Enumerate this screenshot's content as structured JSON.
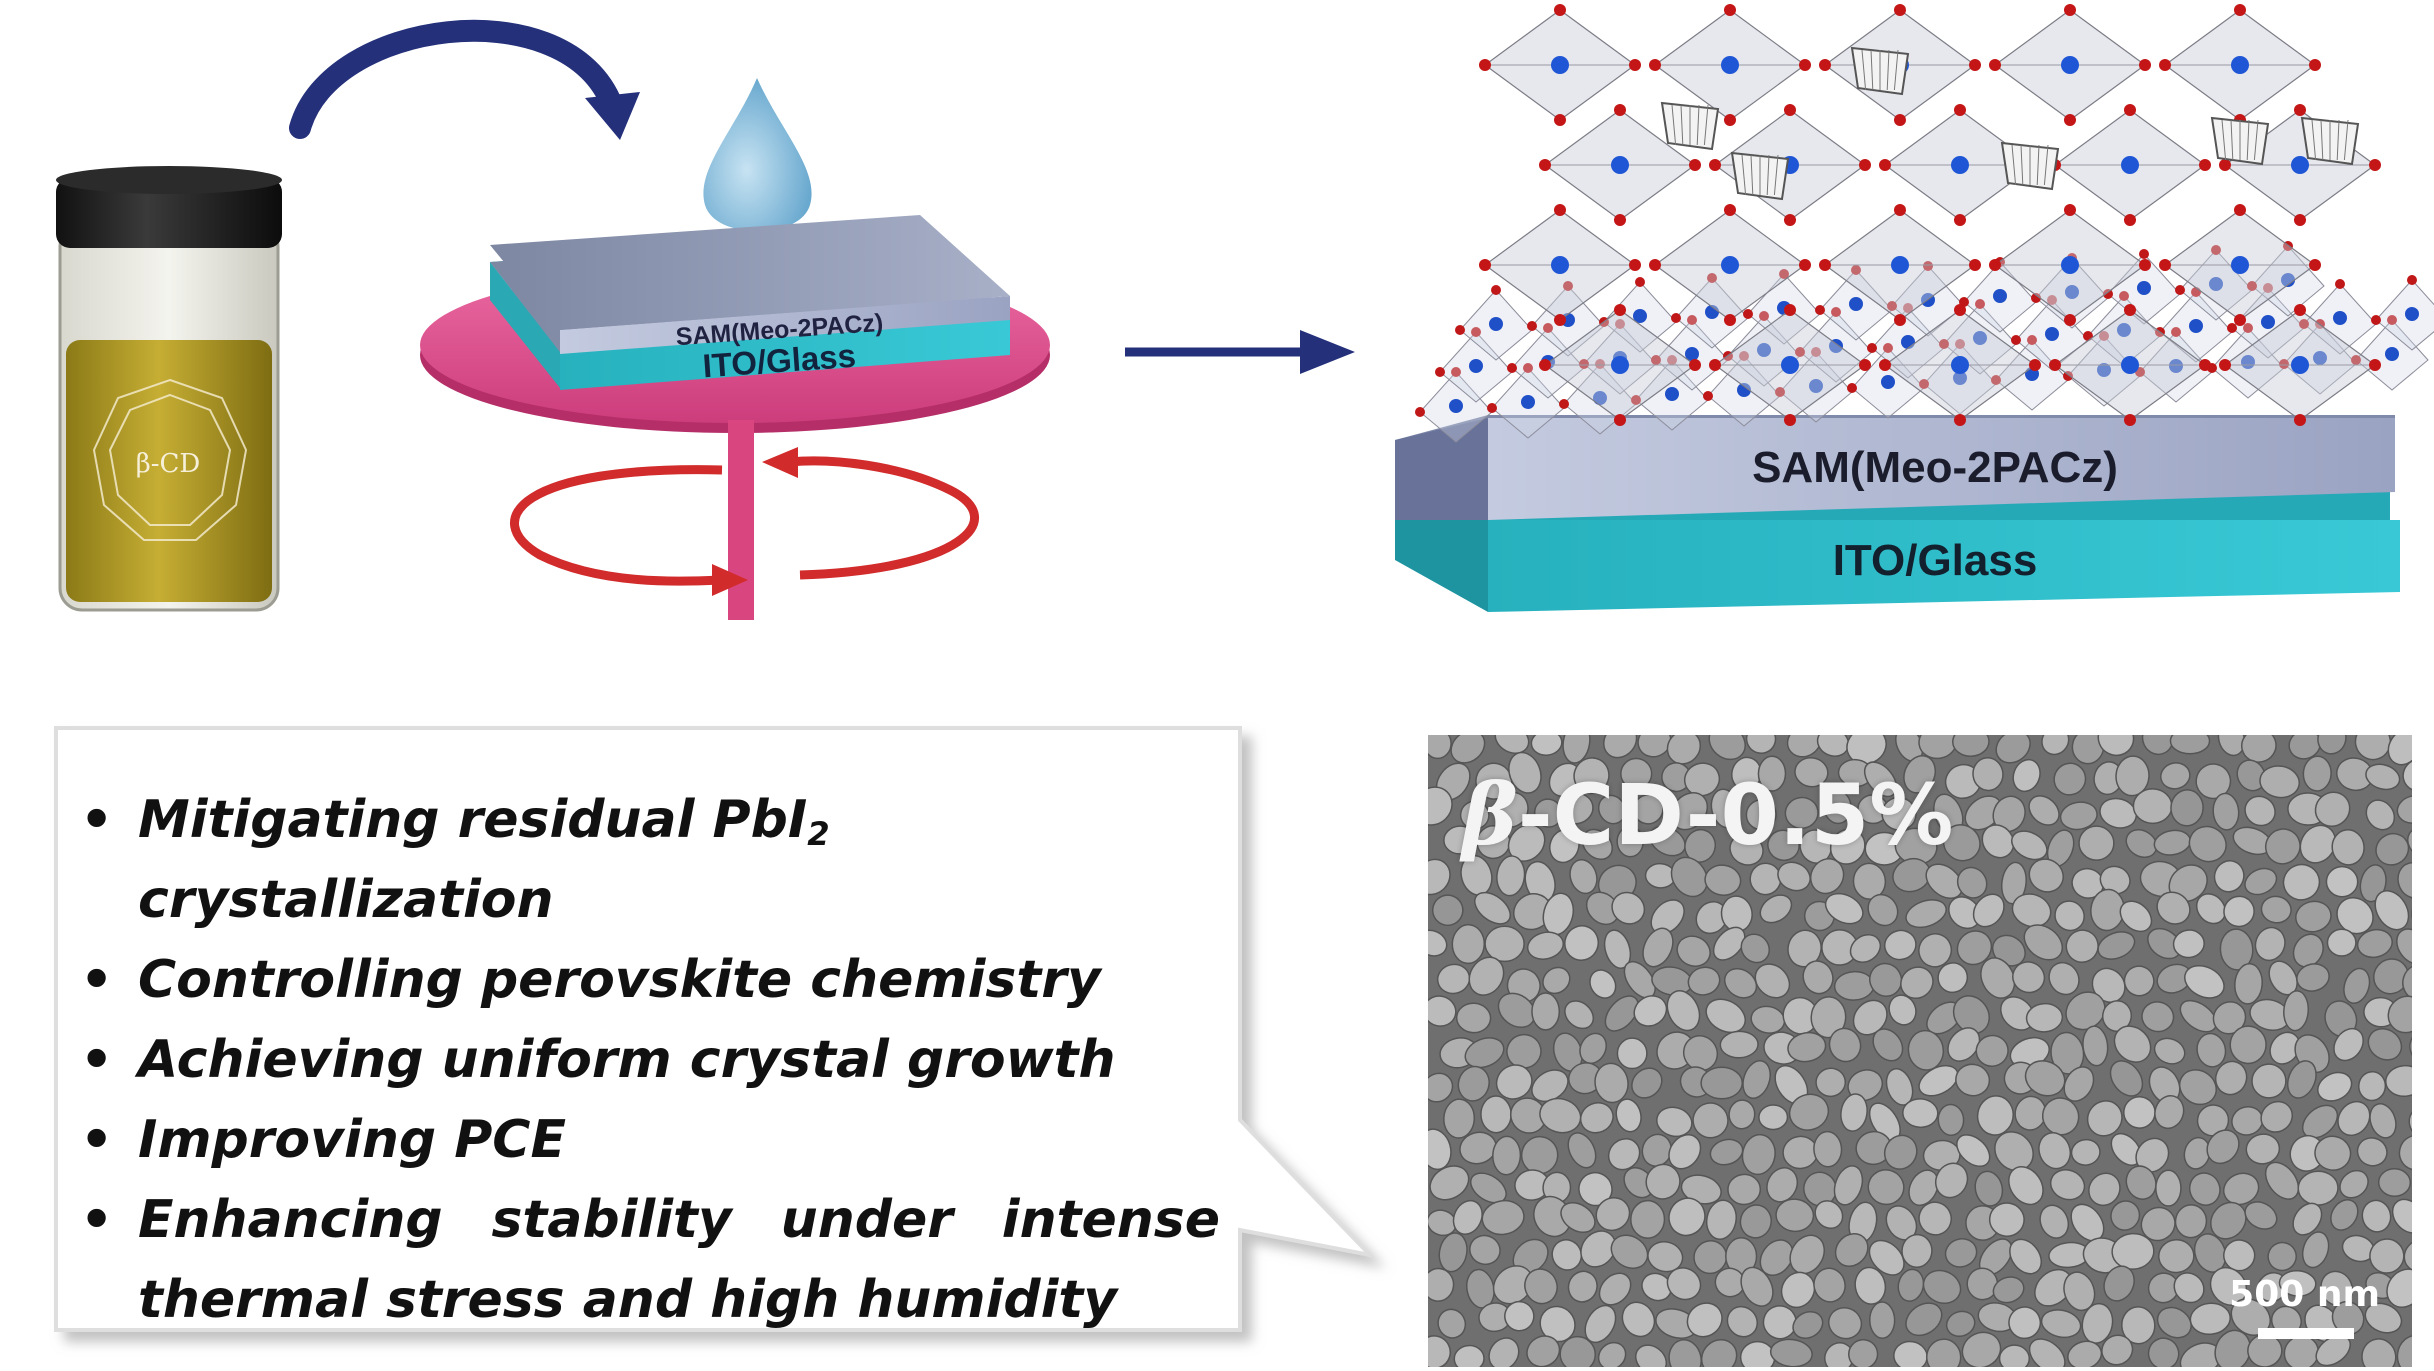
{
  "vial": {
    "label": "β-CD"
  },
  "spin_coater": {
    "top_layer": "SAM(Meo-2PACz)",
    "bottom_layer": "ITO/Glass"
  },
  "stack": {
    "top_layer": "SAM(Meo-2PACz)",
    "bottom_layer": "ITO/Glass"
  },
  "benefits": {
    "items": [
      {
        "text": "Mitigating residual PbI",
        "sub": "2",
        "tail": " crystallization"
      },
      {
        "text": "Controlling perovskite chemistry"
      },
      {
        "text": "Achieving uniform crystal growth"
      },
      {
        "text": "Improving PCE"
      },
      {
        "text": "Enhancing stability under intense thermal stress and high humidity"
      }
    ],
    "bullet": "•"
  },
  "sem": {
    "greek": "β",
    "label": "-CD-0.5%",
    "scale": "500 nm"
  },
  "colors": {
    "arrow_blue": "#24307a",
    "disc_pink": "#e0528f",
    "red_arrow": "#d22b2b",
    "ito": "#2ebdc9",
    "sam": "#8b95b6",
    "drop": "#8fc3df",
    "vial_liquid": "#b9a22a"
  }
}
